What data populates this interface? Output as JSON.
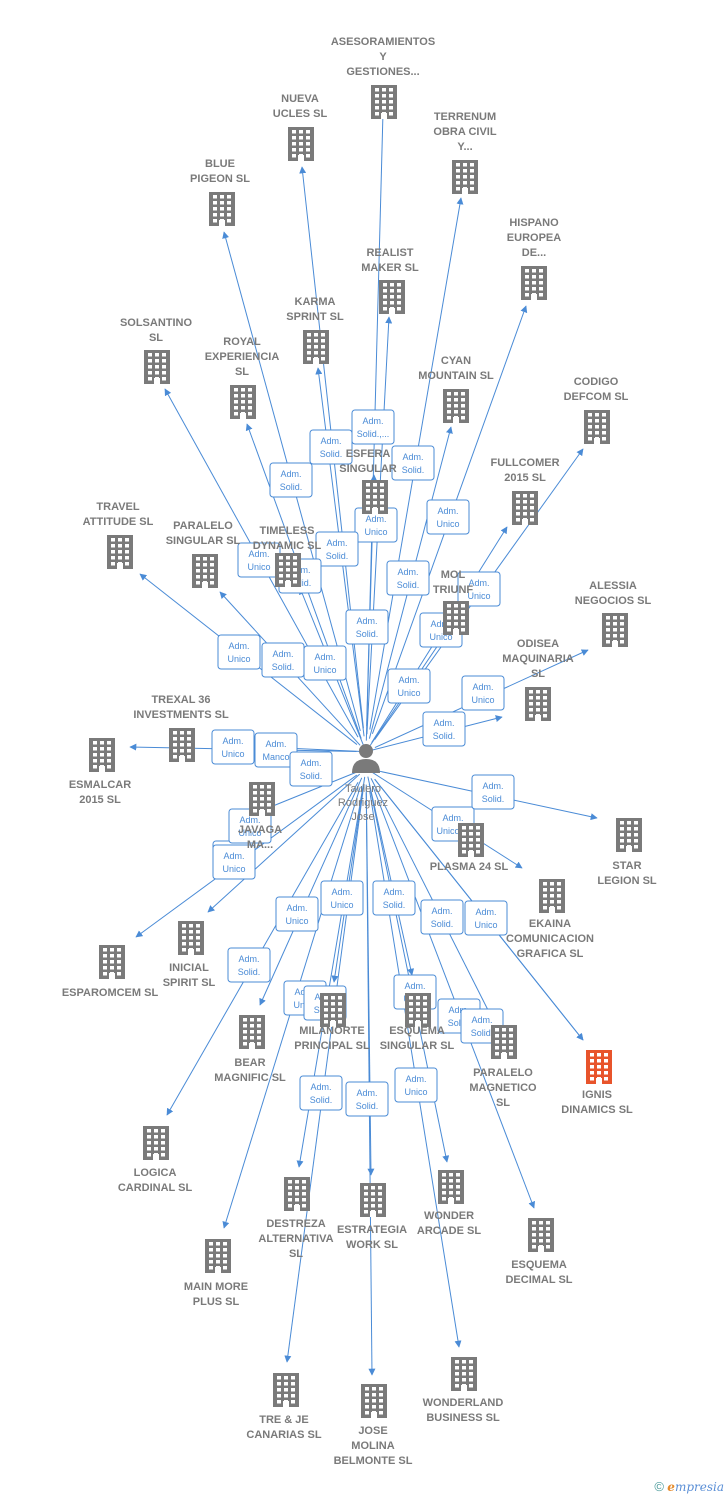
{
  "colors": {
    "node": "#7a7a7a",
    "highlight": "#e8542b",
    "edge": "#4a8bd6",
    "box_border": "#4a8bd6"
  },
  "center": {
    "name_lines": [
      "Taulero",
      "Rodriguez",
      "Jose"
    ]
  },
  "companies": [
    {
      "key": "asesoramientos",
      "lines": [
        "ASESORAMIENTOS",
        "Y",
        "GESTIONES..."
      ]
    },
    {
      "key": "nueva_ucles",
      "lines": [
        "NUEVA",
        "UCLES  SL"
      ]
    },
    {
      "key": "terrenum",
      "lines": [
        "TERRENUM",
        "OBRA CIVIL",
        "Y..."
      ]
    },
    {
      "key": "blue_pigeon",
      "lines": [
        "BLUE",
        "PIGEON  SL"
      ]
    },
    {
      "key": "hispano",
      "lines": [
        "HISPANO",
        "EUROPEA",
        "DE..."
      ]
    },
    {
      "key": "realist",
      "lines": [
        "REALIST",
        "MAKER  SL"
      ]
    },
    {
      "key": "karma",
      "lines": [
        "KARMA",
        "SPRINT  SL"
      ]
    },
    {
      "key": "solsantino",
      "lines": [
        "SOLSANTINO",
        "SL"
      ]
    },
    {
      "key": "royal",
      "lines": [
        "ROYAL",
        "EXPERIENCIA",
        "SL"
      ]
    },
    {
      "key": "cyan",
      "lines": [
        "CYAN",
        "MOUNTAIN  SL"
      ]
    },
    {
      "key": "codigo",
      "lines": [
        "CODIGO",
        "DEFCOM  SL"
      ]
    },
    {
      "key": "esfera",
      "lines": [
        "ESFERA",
        "SINGULAR"
      ]
    },
    {
      "key": "fullcomer",
      "lines": [
        "FULLCOMER",
        "2015  SL"
      ]
    },
    {
      "key": "travel",
      "lines": [
        "TRAVEL",
        "ATTITUDE  SL"
      ]
    },
    {
      "key": "paralelo_singular",
      "lines": [
        "PARALELO",
        "SINGULAR  SL"
      ]
    },
    {
      "key": "timeless",
      "lines": [
        "TIMELESS",
        "DYNAMIC  SL"
      ]
    },
    {
      "key": "mol_triunf",
      "lines": [
        "MOL",
        "TRIUNF"
      ]
    },
    {
      "key": "alessia",
      "lines": [
        "ALESSIA",
        "NEGOCIOS  SL"
      ]
    },
    {
      "key": "odisea",
      "lines": [
        "ODISEA",
        "MAQUINARIA",
        "SL"
      ]
    },
    {
      "key": "trexal",
      "lines": [
        "TREXAL 36",
        "INVESTMENTS SL"
      ]
    },
    {
      "key": "esmalcar",
      "lines": [
        "ESMALCAR",
        "2015  SL"
      ]
    },
    {
      "key": "javaga",
      "lines": [
        "JAVAGA",
        "MA..."
      ]
    },
    {
      "key": "plasma",
      "lines": [
        "PLASMA 24 SL"
      ]
    },
    {
      "key": "star",
      "lines": [
        "STAR",
        "LEGION  SL"
      ]
    },
    {
      "key": "ekaina",
      "lines": [
        "EKAINA",
        "COMUNICACION",
        "GRAFICA  SL"
      ]
    },
    {
      "key": "inicial",
      "lines": [
        "INICIAL",
        "SPIRIT  SL"
      ]
    },
    {
      "key": "esparomcem",
      "lines": [
        "ESPAROMCEM SL"
      ]
    },
    {
      "key": "bear",
      "lines": [
        "BEAR",
        "MAGNIFIC  SL"
      ]
    },
    {
      "key": "milanorte",
      "lines": [
        "MILANORTE",
        "PRINCIPAL  SL"
      ]
    },
    {
      "key": "esquema_singular",
      "lines": [
        "ESQUEMA",
        "SINGULAR  SL"
      ]
    },
    {
      "key": "paralelo_magnetico",
      "lines": [
        "PARALELO",
        "MAGNETICO",
        "SL"
      ]
    },
    {
      "key": "ignis",
      "lines": [
        "IGNIS",
        "DINAMICS  SL"
      ],
      "highlight": true
    },
    {
      "key": "logica",
      "lines": [
        "LOGICA",
        "CARDINAL  SL"
      ]
    },
    {
      "key": "destreza",
      "lines": [
        "DESTREZA",
        "ALTERNATIVA",
        "SL"
      ]
    },
    {
      "key": "estrategia",
      "lines": [
        "ESTRATEGIA",
        "WORK  SL"
      ]
    },
    {
      "key": "wonder",
      "lines": [
        "WONDER",
        "ARCADE  SL"
      ]
    },
    {
      "key": "esquema_decimal",
      "lines": [
        "ESQUEMA",
        "DECIMAL  SL"
      ]
    },
    {
      "key": "main_more",
      "lines": [
        "MAIN MORE",
        "PLUS  SL"
      ]
    },
    {
      "key": "tre_je",
      "lines": [
        "TRE & JE",
        "CANARIAS  SL"
      ]
    },
    {
      "key": "jose_molina",
      "lines": [
        "JOSE",
        "MOLINA",
        "BELMONTE  SL"
      ]
    },
    {
      "key": "wonderland",
      "lines": [
        "WONDERLAND",
        "BUSINESS  SL"
      ]
    }
  ],
  "relations": [
    {
      "key": "asesoramientos",
      "lines": [
        "Adm.",
        "Solid.,..."
      ]
    },
    {
      "key": "nueva_ucles",
      "lines": [
        "Adm.",
        "Solid."
      ]
    },
    {
      "key": "terrenum",
      "lines": [
        "Adm.",
        "Solid."
      ]
    },
    {
      "key": "blue_pigeon",
      "lines": [
        "Adm.",
        "Solid."
      ]
    },
    {
      "key": "hispano",
      "lines": [
        "Adm.",
        "Unico"
      ]
    },
    {
      "key": "realist",
      "lines": [
        "Adm.",
        "Unico"
      ]
    },
    {
      "key": "karma",
      "lines": [
        "Adm.",
        "Solid."
      ]
    },
    {
      "key": "solsantino",
      "lines": [
        "Adm.",
        "Unico"
      ]
    },
    {
      "key": "royal",
      "lines": [
        "Adm.",
        "Solid."
      ]
    },
    {
      "key": "cyan",
      "lines": [
        "Adm.",
        "Solid."
      ]
    },
    {
      "key": "codigo",
      "lines": [
        "Adm.",
        "Unico"
      ]
    },
    {
      "key": "esfera",
      "lines": [
        "Adm.",
        "Solid."
      ]
    },
    {
      "key": "fullcomer",
      "lines": [
        "Adm.",
        "Unico"
      ]
    },
    {
      "key": "travel",
      "lines": [
        "Adm.",
        "Unico"
      ]
    },
    {
      "key": "paralelo_singular",
      "lines": [
        "Adm.",
        "Solid."
      ]
    },
    {
      "key": "timeless",
      "lines": [
        "Adm.",
        "Unico"
      ]
    },
    {
      "key": "mol_triunf",
      "lines": [
        "Adm.",
        "Unico"
      ]
    },
    {
      "key": "alessia",
      "lines": [
        "Adm.",
        "Unico"
      ]
    },
    {
      "key": "odisea",
      "lines": [
        "Adm.",
        "Solid."
      ]
    },
    {
      "key": "trexal",
      "lines": [
        "Adm.",
        "Manco"
      ]
    },
    {
      "key": "esmalcar",
      "lines": [
        "Adm.",
        "Unico"
      ]
    },
    {
      "key": "javaga",
      "lines": [
        "Adm.",
        "Solid."
      ]
    },
    {
      "key": "plasma",
      "lines": [
        "Adm.",
        "Unico,..."
      ]
    },
    {
      "key": "star",
      "lines": [
        "Adm.",
        "Solid."
      ]
    },
    {
      "key": "ekaina",
      "lines": [
        "Adm.",
        "Unico"
      ]
    },
    {
      "key": "inicial",
      "lines": [
        "Adm.",
        "Unico"
      ]
    },
    {
      "key": "esparomcem",
      "lines": [
        "Adm.",
        "Unico"
      ]
    },
    {
      "key": "bear",
      "lines": [
        "Adm.",
        "Solid."
      ]
    },
    {
      "key": "milanorte",
      "lines": [
        "Adm.",
        "Unico"
      ]
    },
    {
      "key": "esquema_singular",
      "lines": [
        "Adm.",
        "Solid."
      ]
    },
    {
      "key": "paralelo_magnetico",
      "lines": [
        "Adm.",
        "Solid."
      ]
    },
    {
      "key": "ignis",
      "lines": [
        "Adm.",
        "Solid."
      ]
    },
    {
      "key": "logica",
      "lines": [
        "Adm.",
        "Unico"
      ]
    },
    {
      "key": "destreza",
      "lines": [
        "Adm.",
        "Solid."
      ]
    },
    {
      "key": "estrategia",
      "lines": [
        "Adm.",
        "Solid."
      ]
    },
    {
      "key": "wonder",
      "lines": [
        "Adm.",
        "Unico"
      ]
    },
    {
      "key": "esquema_decimal",
      "lines": [
        "Adm.",
        "Solid."
      ]
    },
    {
      "key": "main_more",
      "lines": [
        "Adm.",
        "Unico"
      ]
    },
    {
      "key": "tre_je",
      "lines": [
        "Adm.",
        "Unico"
      ]
    },
    {
      "key": "jose_molina",
      "lines": [
        "Adm.",
        "Solid."
      ]
    },
    {
      "key": "wonderland",
      "lines": [
        "Adm.",
        "Unico"
      ]
    }
  ],
  "footer": {
    "copyright": "©",
    "brand_initial": "e",
    "brand_rest": "mpresia"
  }
}
